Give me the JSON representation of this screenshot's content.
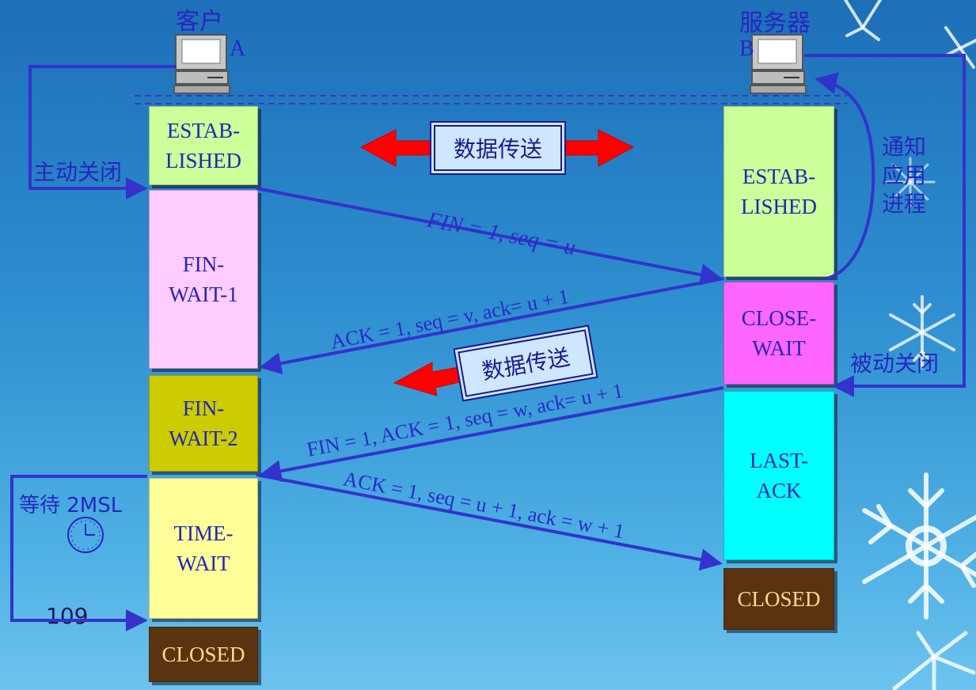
{
  "client": {
    "title": "客户",
    "letter": "A"
  },
  "server": {
    "title": "服务器",
    "letter": "B"
  },
  "client_states": {
    "established": "ESTAB-\nLISHED",
    "fin_wait_1": "FIN-\nWAIT-1",
    "fin_wait_2": "FIN-\nWAIT-2",
    "time_wait": "TIME-\nWAIT",
    "closed": "CLOSED"
  },
  "server_states": {
    "established": "ESTAB-\nLISHED",
    "close_wait": "CLOSE-\nWAIT",
    "last_ack": "LAST-\nACK",
    "closed": "CLOSED"
  },
  "labels": {
    "active_close": "主动关闭",
    "passive_close": "被动关闭",
    "notify_app": "通知\n应用\n进程",
    "wait_2msl": "等待 2MSL",
    "data_transfer_1": "数据传送",
    "data_transfer_2": "数据传送"
  },
  "messages": {
    "fin": "FIN = 1, seq = u",
    "ack1": "ACK = 1, seq = v, ack= u + 1",
    "fin_ack": "FIN = 1, ACK = 1, seq = w, ack= u + 1",
    "ack2": "ACK = 1, seq = u + 1, ack = w + 1"
  },
  "page_number": "109",
  "colors": {
    "established": "#ccff99",
    "fin_wait_1": "#ffccff",
    "fin_wait_2": "#cccc00",
    "time_wait": "#ffff99",
    "close_wait": "#ff66ff",
    "last_ack": "#00ffff",
    "closed": "#5a3410",
    "arrow": "#3333cc",
    "data_arrow": "#ff0000"
  }
}
